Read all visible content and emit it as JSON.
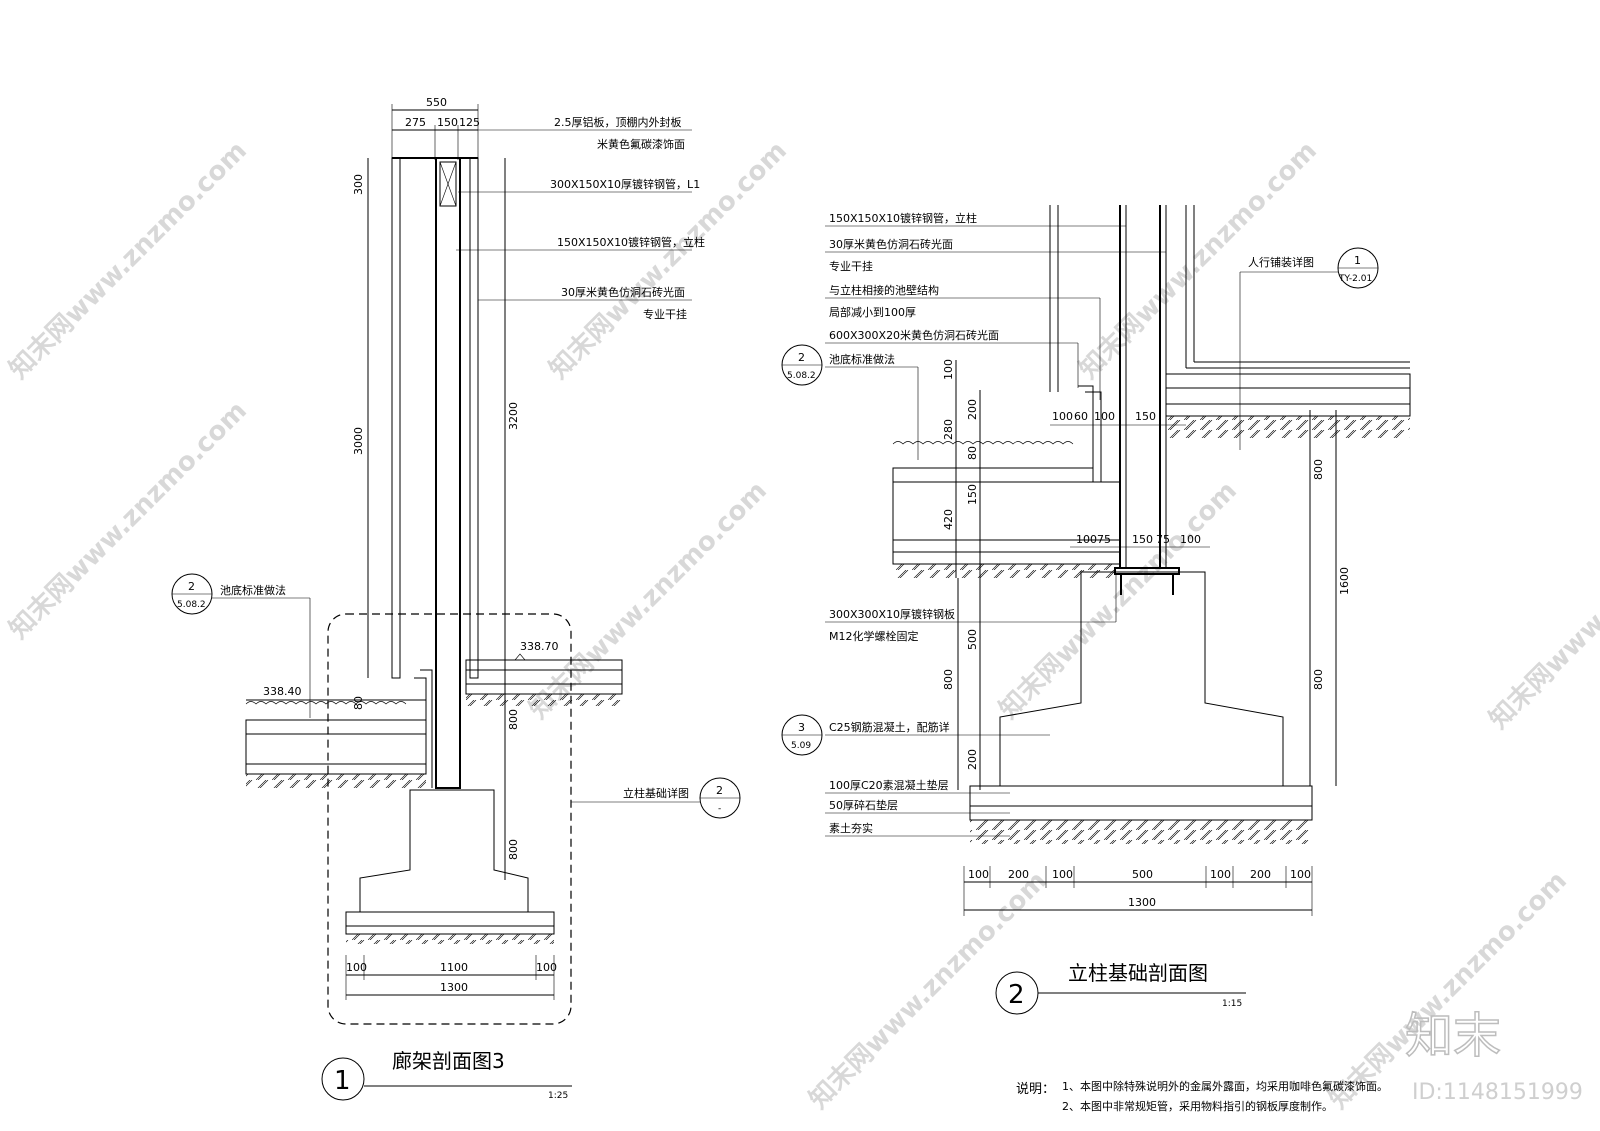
{
  "drawing1": {
    "title": "廊架剖面图3",
    "number": "1",
    "scale": "1:25",
    "callouts": [
      {
        "text": "2.5厚铝板，顶棚内外封板"
      },
      {
        "text": "米黄色氟碳漆饰面"
      },
      {
        "text": "300X150X10厚镀锌钢管，L1"
      },
      {
        "text": "150X150X10镀锌钢管，立柱"
      },
      {
        "text": "30厚米黄色仿洞石砖光面"
      },
      {
        "text": "专业干挂"
      }
    ],
    "pool_ref": {
      "label": "池底标准做法",
      "num": "2",
      "sheet": "5.08.2"
    },
    "footing_ref": {
      "label": "立柱基础详图",
      "num": "2",
      "sheet": "-"
    },
    "elevations": [
      "338.40",
      "338.70"
    ],
    "dims_top": [
      "550",
      "275",
      "150",
      "125"
    ],
    "dims_vertical": [
      "300",
      "3000",
      "3200",
      "80",
      "800",
      "800"
    ],
    "dims_bottom": [
      "100",
      "1100",
      "100",
      "1300"
    ]
  },
  "drawing2": {
    "title": "立柱基础剖面图",
    "number": "2",
    "scale": "1:15",
    "callouts": [
      {
        "text": "150X150X10镀锌钢管，立柱"
      },
      {
        "text": "30厚米黄色仿洞石砖光面"
      },
      {
        "text": "专业干挂"
      },
      {
        "text": "与立柱相接的池壁结构"
      },
      {
        "text": "局部减小到100厚"
      },
      {
        "text": "600X300X20米黄色仿洞石砖光面"
      },
      {
        "text": "池底标准做法"
      },
      {
        "text": "300X300X10厚镀锌钢板"
      },
      {
        "text": "M12化学螺栓固定"
      },
      {
        "text": "C25钢筋混凝土，配筋详"
      },
      {
        "text": "100厚C20素混凝土垫层"
      },
      {
        "text": "50厚碎石垫层"
      },
      {
        "text": "素土夯实"
      }
    ],
    "pool_ref": {
      "num": "2",
      "sheet": "5.08.2"
    },
    "concrete_ref": {
      "num": "3",
      "sheet": "5.09"
    },
    "paving_ref": {
      "label": "人行铺装详图",
      "num": "1",
      "sheet": "TY-2.01"
    },
    "dims_mid": [
      "100",
      "60",
      "100",
      "150",
      "100",
      "75",
      "150",
      "75",
      "100"
    ],
    "dims_vertical": [
      "100",
      "280",
      "200",
      "80",
      "150",
      "420",
      "500",
      "800",
      "200",
      "800",
      "1600",
      "800"
    ],
    "dims_bottom": [
      "100",
      "200",
      "100",
      "500",
      "100",
      "200",
      "100",
      "1300"
    ]
  },
  "notes": {
    "heading": "说明：",
    "lines": [
      "1、本图中除特殊说明外的金属外露面，均采用咖啡色氟碳漆饰面。",
      "2、本图中非常规矩管，采用物料指引的钢板厚度制作。"
    ]
  },
  "watermark": {
    "brand": "知末",
    "id": "ID:1148151999",
    "site": "知末网www.znzmo.com"
  }
}
